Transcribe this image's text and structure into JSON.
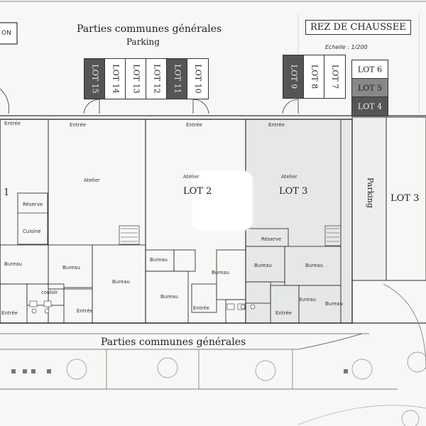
{
  "header": {
    "common_top": "Parties communes générales",
    "parking_top": "Parking",
    "level_title": "REZ DE CHAUSSEE",
    "scale": "Echelle : 1/200",
    "corner_label": "ON",
    "common_bottom": "Parties communes générales"
  },
  "parking_left": [
    "LOT 15",
    "LOT 14",
    "LOT 13",
    "LOT 12",
    "LOT 11",
    "LOT 10"
  ],
  "parking_right_vertical": [
    "LOT 9",
    "LOT 8",
    "LOT 7"
  ],
  "parking_right_horizontal": [
    "LOT 6",
    "LOT 5",
    "LOT 4"
  ],
  "lots": {
    "lot1": "1",
    "lot2": "LOT 2",
    "lot3": "LOT 3",
    "lot3_right": "LOT 3",
    "parking_side": "Parking"
  },
  "rooms": {
    "atelier_1": "Atelier",
    "atelier_2": "Atelier",
    "atelier_3": "Atelier",
    "reserve_1": "Réserve",
    "reserve_3": "Réserve",
    "cuisine": "Cuisine",
    "bureau_a": "Bureau",
    "bureau_b": "Bureau",
    "bureau_c": "Bureau",
    "bureau_d": "Bureau",
    "bureau_e": "Bureau",
    "bureau_f": "Bureau",
    "bureau_g": "Bureau",
    "bureau_h": "Bureau",
    "bureau_i": "Bureau",
    "bureau_j": "Bureau",
    "couloir": "couloir",
    "entree_top_1": "Entrée",
    "entree_top_2": "Entrée",
    "entree_top_3": "Entrée",
    "entree_top_4": "Entrée",
    "entree_bot_1": "Entrée",
    "entree_bot_2": "Entrée",
    "entree_bot_3": "Entrée",
    "entree_bot_4": "Entrée"
  },
  "colors": {
    "dark_stall": "#555555",
    "mid_stall": "#888888",
    "lot3_shade": "#e6e8e8"
  }
}
